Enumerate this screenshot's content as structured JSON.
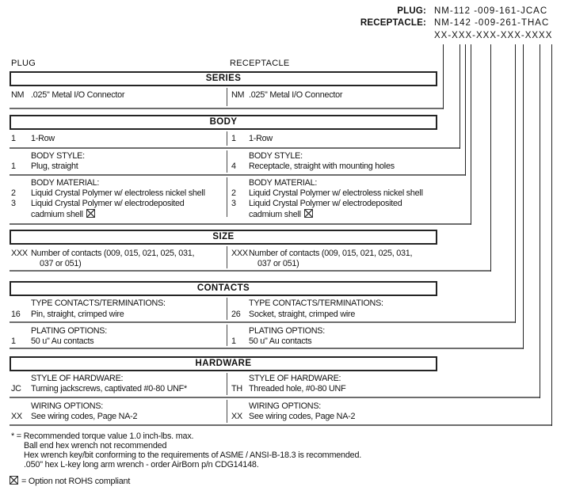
{
  "part_numbers": {
    "plug_label": "PLUG:",
    "plug_value": "NM-112 -009-161-JCAC",
    "receptacle_label": "RECEPTACLE:",
    "receptacle_value": "NM-142 -009-261-THAC",
    "pattern": "XX-XXX-XXX-XXX-XXXX"
  },
  "column_headers": {
    "left": "PLUG",
    "right": "RECEPTACLE"
  },
  "series": {
    "title": "SERIES",
    "item": {
      "code": "NM",
      "desc": ".025\" Metal I/O Connector"
    }
  },
  "body": {
    "title": "BODY",
    "row": {
      "item": {
        "code": "1",
        "desc": "1-Row"
      }
    },
    "style": {
      "label": "BODY STYLE:",
      "left": {
        "code": "1",
        "desc": "Plug, straight"
      },
      "right": {
        "code": "4",
        "desc": "Receptacle, straight with mounting holes"
      }
    },
    "material": {
      "label": "BODY MATERIAL:",
      "opt_nickel": {
        "code": "2",
        "desc": "Liquid Crystal Polymer w/ electroless nickel shell"
      },
      "opt_cadmium": {
        "code": "3",
        "desc_line1": "Liquid Crystal Polymer w/ electrodeposited",
        "desc_line2": "cadmium shell"
      }
    }
  },
  "size": {
    "title": "SIZE",
    "item": {
      "code": "XXX",
      "desc_line1": "Number of contacts (009, 015, 021, 025, 031,",
      "desc_line2": "037 or 051)"
    }
  },
  "contacts": {
    "title": "CONTACTS",
    "type": {
      "label": "TYPE CONTACTS/TERMINATIONS:",
      "left": {
        "code": "16",
        "desc": "Pin, straight, crimped wire"
      },
      "right": {
        "code": "26",
        "desc": "Socket, straight, crimped wire"
      }
    },
    "plating": {
      "label": "PLATING OPTIONS:",
      "item": {
        "code": "1",
        "desc": "50 u\" Au contacts"
      }
    }
  },
  "hardware": {
    "title": "HARDWARE",
    "style": {
      "label": "STYLE OF HARDWARE:",
      "left": {
        "code": "JC",
        "desc": "Turning jackscrews, captivated #0-80 UNF*"
      },
      "right": {
        "code": "TH",
        "desc": "Threaded hole, #0-80 UNF"
      }
    },
    "wiring": {
      "label": "WIRING OPTIONS:",
      "item": {
        "code": "XX",
        "desc": "See wiring codes, Page NA-2"
      }
    }
  },
  "footnotes": {
    "torque_line1": "* = Recommended torque value 1.0 inch-lbs. max.",
    "torque_line2": "Ball end hex wrench not recommended",
    "torque_line3": "Hex wrench key/bit conforming to the requirements of ASME / ANSI-B-18.3 is recommended.",
    "torque_line4": ".050\" hex L-key long arm wrench - order AirBorn p/n CDG14148.",
    "rohs_note": "= Option not ROHS compliant"
  },
  "icons": {
    "not_rohs": "boxed-x"
  }
}
